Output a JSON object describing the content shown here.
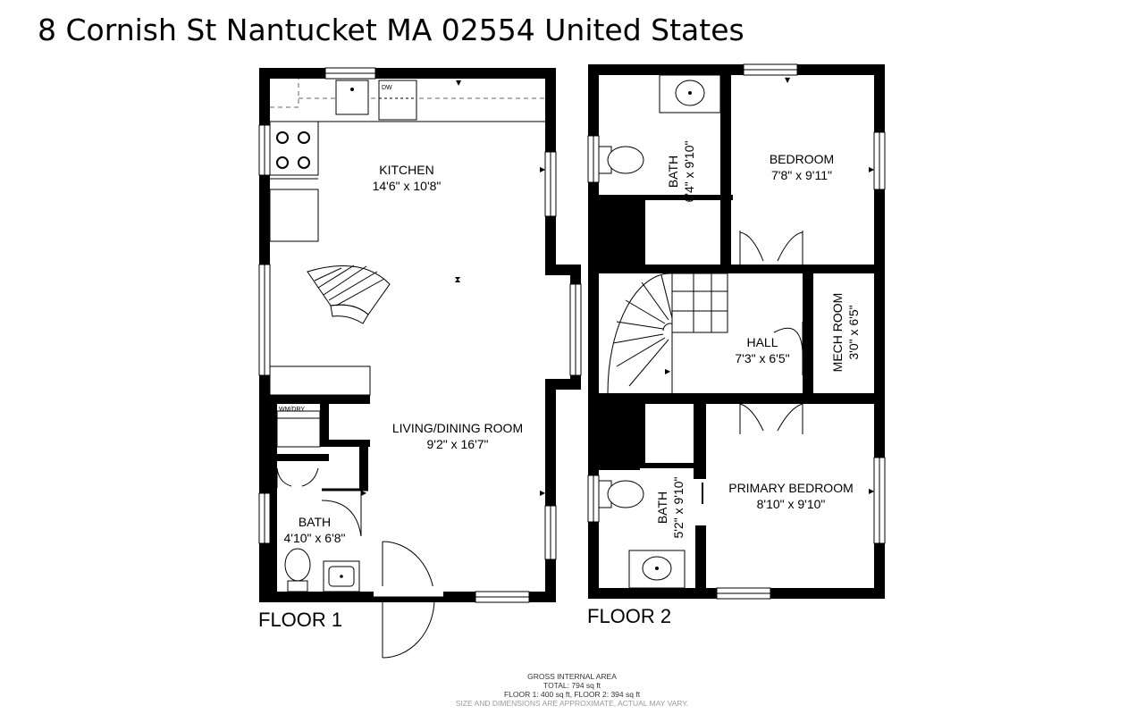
{
  "title": "8 Cornish St Nantucket MA 02554 United States",
  "floors": [
    {
      "label": "FLOOR 1",
      "rooms": [
        {
          "name": "KITCHEN",
          "dims": "14'6\" x 10'8\""
        },
        {
          "name": "LIVING/DINING ROOM",
          "dims": "9'2\" x 16'7\""
        },
        {
          "name": "BATH",
          "dims": "4'10\" x 6'8\""
        }
      ],
      "fixtures": {
        "dishwasher": "DW",
        "laundry": "WM/DRY"
      }
    },
    {
      "label": "FLOOR 2",
      "rooms": [
        {
          "name": "BATH",
          "dims": "6'4\" x 9'10\""
        },
        {
          "name": "BEDROOM",
          "dims": "7'8\" x 9'11\""
        },
        {
          "name": "HALL",
          "dims": "7'3\" x 6'5\""
        },
        {
          "name": "MECH ROOM",
          "dims": "3'0\" x 6'5\""
        },
        {
          "name": "BATH",
          "dims": "5'2\" x 9'10\""
        },
        {
          "name": "PRIMARY BEDROOM",
          "dims": "8'10\" x 9'10\""
        }
      ]
    }
  ],
  "footer": {
    "heading": "GROSS INTERNAL AREA",
    "total": "TOTAL: 794 sq ft",
    "floors": "FLOOR 1: 400 sq ft, FLOOR 2: 394 sq ft",
    "disclaimer": "SIZE AND DIMENSIONS ARE APPROXIMATE, ACTUAL MAY VARY."
  }
}
